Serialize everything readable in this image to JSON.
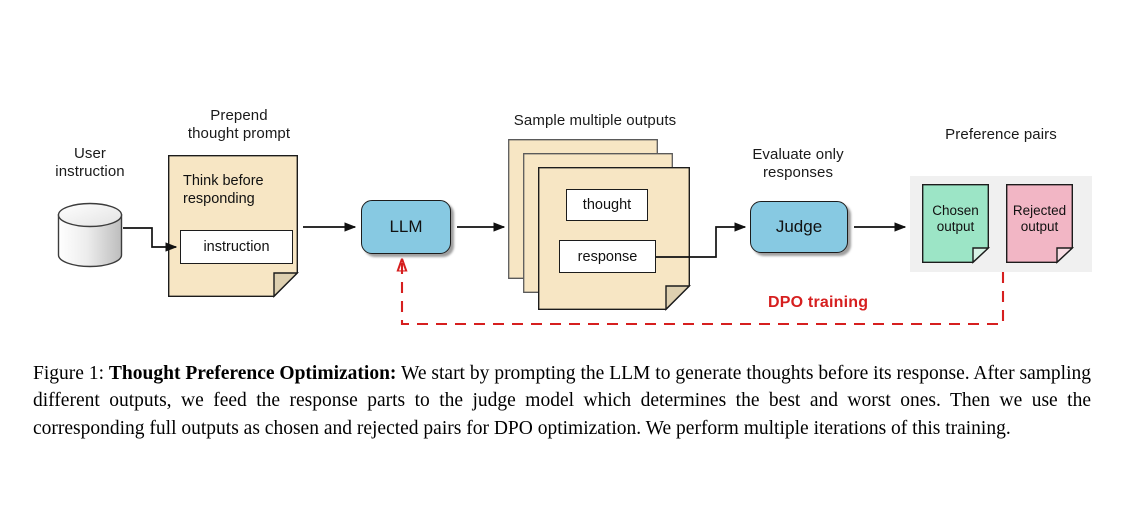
{
  "figure": {
    "caption_prefix": "Figure 1:",
    "caption_bold": "Thought Preference Optimization:",
    "caption_body": " We start by prompting the LLM to generate thoughts before its response. After sampling different outputs, we feed the response parts to the judge model which determines the best and worst ones.  Then we use the corresponding full outputs as chosen and rejected pairs for DPO optimization. We perform multiple iterations of this training."
  },
  "diagram": {
    "labels": {
      "user_instruction": "User\ninstruction",
      "prepend_prompt": "Prepend\nthought prompt",
      "sample_outputs": "Sample multiple outputs",
      "evaluate_only": "Evaluate only\nresponses",
      "preference_pairs": "Preference pairs",
      "dpo_training": "DPO training"
    },
    "prompt_doc": {
      "header": "Think before\nresponding",
      "field": "instruction"
    },
    "output_doc": {
      "thought": "thought",
      "response": "response"
    },
    "llm_box": "LLM",
    "judge_box": "Judge",
    "preference": {
      "chosen": "Chosen\noutput",
      "rejected": "Rejected\noutput"
    },
    "colors": {
      "process_fill": "#87c9e2",
      "document_fill": "#f7e6c4",
      "chosen_fill": "#9ce5c6",
      "rejected_fill": "#f2b6c5",
      "panel_fill": "#f0f0f0",
      "dpo_red": "#d61f1f",
      "stroke": "#1c1c1c"
    }
  }
}
